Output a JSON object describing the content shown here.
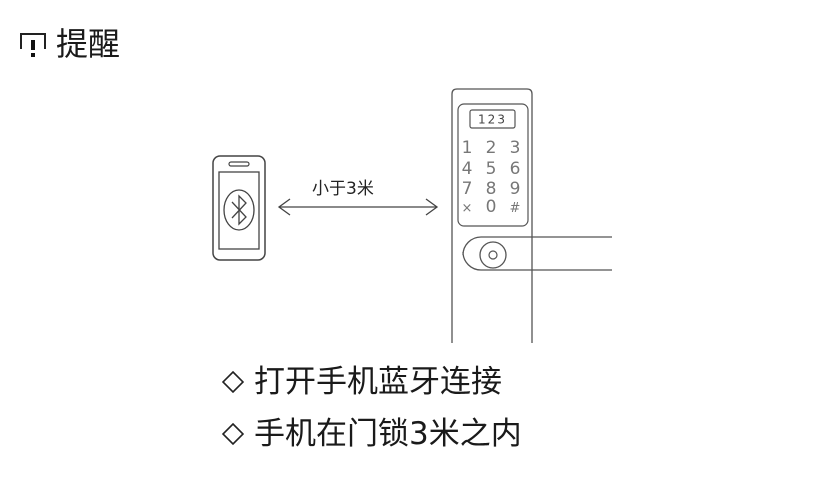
{
  "header": {
    "title": "提醒"
  },
  "diagram": {
    "distance_label": "小于3米",
    "lock_display": "123",
    "keypad": [
      [
        "1",
        "2",
        "3"
      ],
      [
        "4",
        "5",
        "6"
      ],
      [
        "7",
        "8",
        "9"
      ],
      [
        "×",
        "0",
        "#"
      ]
    ]
  },
  "bullets": [
    {
      "text": "打开手机蓝牙连接"
    },
    {
      "text": "手机在门锁3米之内"
    }
  ],
  "icons": {
    "notice": "exclamation-notice-icon",
    "phone": "smartphone-icon",
    "bluetooth": "bluetooth-icon",
    "arrow": "double-headed-arrow-icon",
    "lock": "smart-door-lock-icon",
    "bullet": "diamond-outline-icon"
  }
}
